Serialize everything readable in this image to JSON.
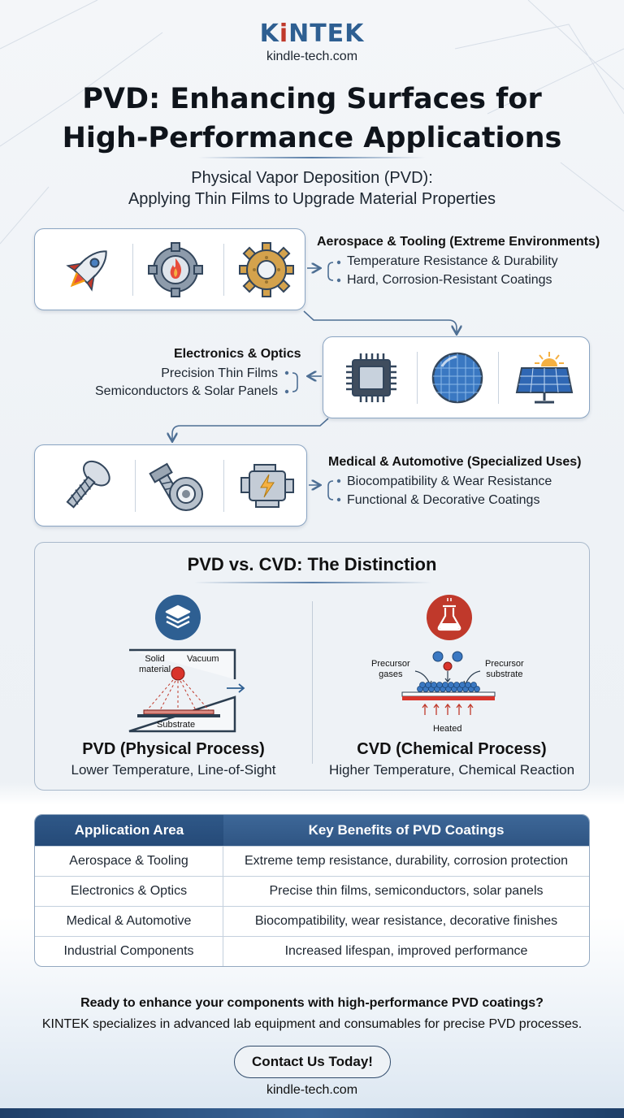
{
  "brand": {
    "name_pre": "K",
    "name_dot": "i",
    "name_post": "NTEK",
    "site": "kindle-tech.com"
  },
  "title": {
    "line1": "PVD: Enhancing Surfaces for",
    "line2": "High-Performance Applications"
  },
  "subtitle": {
    "line1": "Physical Vapor Deposition (PVD):",
    "line2": "Applying Thin Films to Upgrade Material Properties"
  },
  "applications": [
    {
      "heading": "Aerospace & Tooling (Extreme Environments)",
      "points": [
        "Temperature Resistance & Durability",
        "Hard, Corrosion-Resistant Coatings"
      ],
      "icons": [
        "rocket-icon",
        "flame-gear-icon",
        "gold-gear-icon"
      ]
    },
    {
      "heading": "Electronics & Optics",
      "points": [
        "Precision Thin Films",
        "Semiconductors & Solar Panels"
      ],
      "icons": [
        "microchip-icon",
        "optical-lens-icon",
        "solar-panel-icon"
      ]
    },
    {
      "heading": "Medical & Automotive (Specialized Uses)",
      "points": [
        "Biocompatibility & Wear Resistance",
        "Functional & Decorative Coatings"
      ],
      "icons": [
        "bone-screw-icon",
        "bolt-bearing-icon",
        "engine-icon"
      ]
    }
  ],
  "comparison": {
    "title": "PVD vs. CVD: The Distinction",
    "pvd": {
      "title": "PVD (Physical Process)",
      "subtitle": "Lower Temperature, Line-of-Sight",
      "label_solid_1": "Solid",
      "label_solid_2": "material",
      "label_vacuum": "Vacuum",
      "label_substrate": "Substrate",
      "icon": "layers-icon"
    },
    "cvd": {
      "title": "CVD (Chemical Process)",
      "subtitle": "Higher Temperature, Chemical Reaction",
      "label_gases_1": "Precursor",
      "label_gases_2": "gases",
      "label_sub_1": "Precursor",
      "label_sub_2": "substrate",
      "label_heated": "Heated",
      "icon": "flask-icon"
    }
  },
  "table": {
    "headers": [
      "Application Area",
      "Key Benefits of PVD Coatings"
    ],
    "rows": [
      [
        "Aerospace & Tooling",
        "Extreme temp resistance, durability, corrosion protection"
      ],
      [
        "Electronics & Optics",
        "Precise thin films, semiconductors, solar panels"
      ],
      [
        "Medical & Automotive",
        "Biocompatibility, wear resistance, decorative finishes"
      ],
      [
        "Industrial Components",
        "Increased lifespan, improved performance"
      ]
    ]
  },
  "cta": {
    "heading": "Ready to enhance your components with high-performance PVD coatings?",
    "text": "KINTEK specializes in advanced lab equipment and consumables for precise PVD processes.",
    "button": "Contact Us Today!",
    "site": "kindle-tech.com"
  },
  "colors": {
    "brand_blue": "#2e5f92",
    "accent_red": "#c0392b",
    "table_header": "#2f5583"
  }
}
